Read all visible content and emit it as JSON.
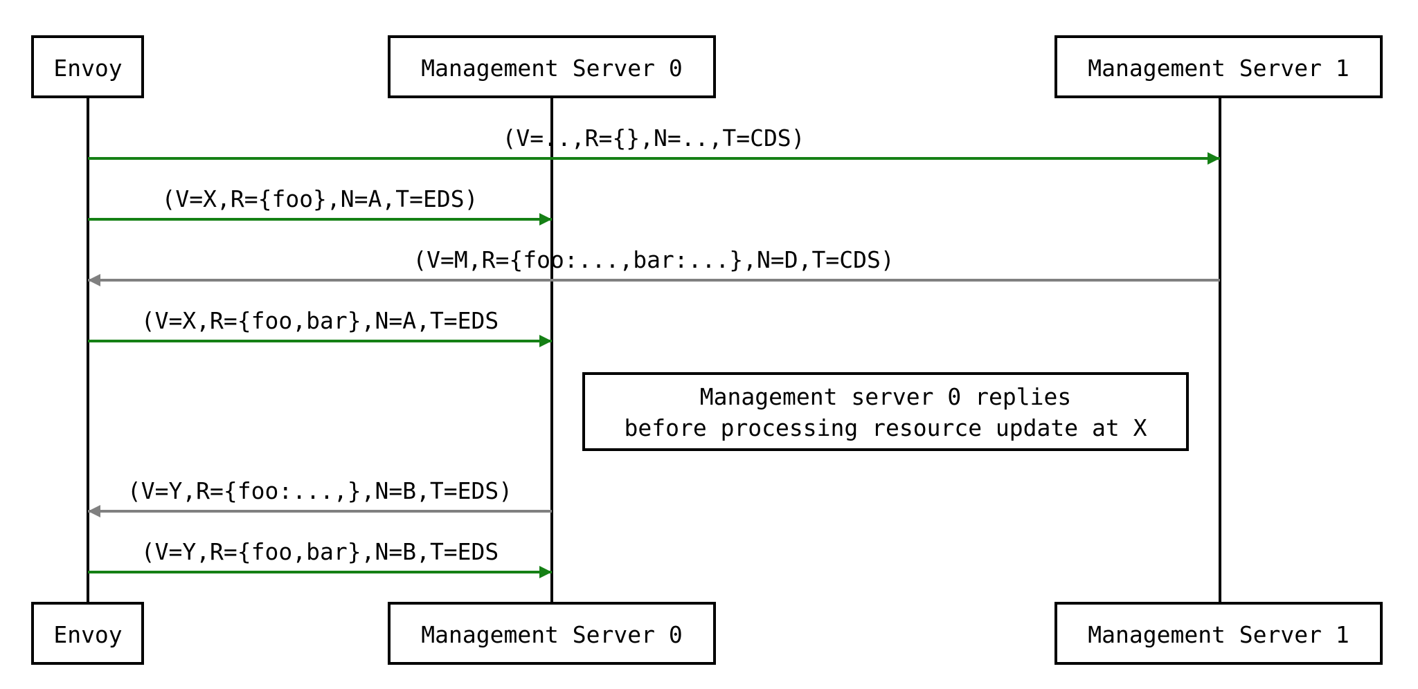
{
  "participants": [
    {
      "id": "envoy",
      "label": "Envoy"
    },
    {
      "id": "ms0",
      "label": "Management Server 0"
    },
    {
      "id": "ms1",
      "label": "Management Server 1"
    }
  ],
  "messages": [
    {
      "from": "envoy",
      "to": "ms1",
      "label": "(V=..,R={},N=..,T=CDS)",
      "kind": "request"
    },
    {
      "from": "envoy",
      "to": "ms0",
      "label": "(V=X,R={foo},N=A,T=EDS)",
      "kind": "request"
    },
    {
      "from": "ms1",
      "to": "envoy",
      "label": "(V=M,R={foo:...,bar:...},N=D,T=CDS)",
      "kind": "response"
    },
    {
      "from": "envoy",
      "to": "ms0",
      "label": "(V=X,R={foo,bar},N=A,T=EDS",
      "kind": "request"
    },
    {
      "from": "ms0",
      "to": "envoy",
      "label": "(V=Y,R={foo:...,},N=B,T=EDS)",
      "kind": "response"
    },
    {
      "from": "envoy",
      "to": "ms0",
      "label": "(V=Y,R={foo,bar},N=B,T=EDS",
      "kind": "request"
    }
  ],
  "note": {
    "lines": [
      "Management server 0 replies",
      "before processing resource update at X"
    ]
  },
  "colors": {
    "request": "#158015",
    "response": "#808080",
    "line": "#000000"
  }
}
